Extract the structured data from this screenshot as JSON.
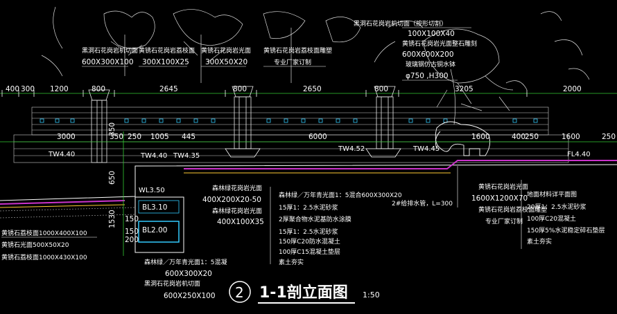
{
  "drawing": {
    "title": "1-1剖立面图",
    "scale": "1:50",
    "number": "2"
  },
  "dimensions_top": [
    "400",
    "300",
    "1200",
    "800",
    "2645",
    "800",
    "2650",
    "800",
    "3205",
    "2000"
  ],
  "dimensions_mid": [
    "3000",
    "350",
    "250",
    "1005",
    "445",
    "6000",
    "1600",
    "400",
    "250",
    "1600",
    "250"
  ],
  "dimensions_vert": [
    "350",
    "650",
    "150",
    "1530",
    "150",
    "200"
  ],
  "levels": {
    "tw1": "TW4.40",
    "tw2": "TW4.40",
    "tw3": "TW4.35",
    "tw4": "TW4.52",
    "tw5": "TW4.45",
    "fl": "FL4.40",
    "wl": "WL3.50",
    "bl1": "BL3.10",
    "bl2": "BL2.00"
  },
  "labels_top": [
    {
      "name": "黑洞石花岗岩机切面",
      "spec": "600X300X100"
    },
    {
      "name": "黄锈石花岗岩荔枝面",
      "spec": "300X100X25"
    },
    {
      "name": "黄锈石花岗岩光面",
      "spec": "300X50X20"
    },
    {
      "name": "黄锈石花岗岩荔枝面雕塑",
      "spec": "专业厂家订制"
    },
    {
      "name": "黑洞石花岗岩机切面（按形切割）",
      "spec": "100X100X40"
    },
    {
      "name": "黄锈石花岗岩光面整石雕刻",
      "spec": "600X600X200"
    },
    {
      "name": "玻璃钢仿古铜水钵",
      "spec": "φ750 ,H300"
    }
  ],
  "labels_mid": [
    {
      "name": "森林绿花岗岩光面",
      "spec": "400X200X20-50"
    },
    {
      "name": "森林绿花岗岩光面",
      "spec": "400X100X35"
    }
  ],
  "layers_center": [
    "森林绿／万年青光面1：5混合600X300X20",
    "15厚1：2.5水泥砂浆",
    "2厚聚合物水泥基防水涂膜",
    "15厚1：2.5水泥砂浆",
    "150厚C20防水混凝土",
    "100厚C15混凝土垫层",
    "素土夯实"
  ],
  "pipe_note": "2#给排水管，L=300",
  "right_spec": [
    {
      "name": "黄锈石花岗岩光面",
      "spec": "1600X1200X70"
    },
    {
      "name": "黄锈石花岗岩荔枝面雕塑",
      "spec": "专业厂家订制"
    }
  ],
  "layers_right": [
    "地面材料详平面图",
    "20厚1：2.5水泥砂浆",
    "100厚C20混凝土",
    "150厚5%水泥稳定碎石垫层",
    "素土夯实"
  ],
  "left_specs": [
    "黄锈石荔枝面1000X400X100",
    "黄锈石光面500X50X20",
    "黄锈石荔枝面1000X430X100"
  ],
  "bottom_labels": [
    {
      "name": "森林绿／万年青光面1：5混凝",
      "spec": "600X300X20"
    },
    {
      "name": "黑洞石花岗岩机切面",
      "spec": "600X250X100"
    }
  ]
}
